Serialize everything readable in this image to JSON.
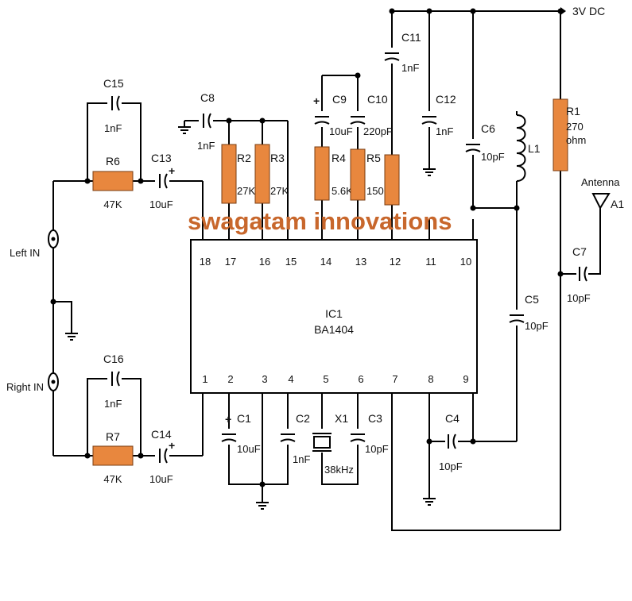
{
  "colors": {
    "component_fill": "#e8873e",
    "component_stroke": "#7a3d12",
    "watermark": "#c8672c",
    "wire": "#000000"
  },
  "watermark": "swagatam innovations",
  "power": {
    "label": "3V DC"
  },
  "antenna": {
    "label": "Antenna",
    "ref": "A1"
  },
  "inputs": {
    "left": "Left IN",
    "right": "Right IN"
  },
  "ic": {
    "ref": "IC1",
    "part": "BA1404",
    "top_pins": [
      "18",
      "17",
      "16",
      "15",
      "14",
      "13",
      "12",
      "11",
      "10"
    ],
    "bottom_pins": [
      "1",
      "2",
      "3",
      "4",
      "5",
      "6",
      "7",
      "8",
      "9"
    ]
  },
  "resistors": {
    "R1": {
      "ref": "R1",
      "value": "270",
      "unit": "ohm"
    },
    "R2": {
      "ref": "R2",
      "value": "27K"
    },
    "R3": {
      "ref": "R3",
      "value": "27K"
    },
    "R4": {
      "ref": "R4",
      "value": "5.6K"
    },
    "R5": {
      "ref": "R5",
      "value": "150K"
    },
    "R6": {
      "ref": "R6",
      "value": "47K"
    },
    "R7": {
      "ref": "R7",
      "value": "47K"
    }
  },
  "capacitors": {
    "C1": {
      "ref": "C1",
      "value": "10uF"
    },
    "C2": {
      "ref": "C2",
      "value": "1nF"
    },
    "C3": {
      "ref": "C3",
      "value": "10pF"
    },
    "C4": {
      "ref": "C4",
      "value": "10pF"
    },
    "C5": {
      "ref": "C5",
      "value": "10pF"
    },
    "C6": {
      "ref": "C6",
      "value": "10pF"
    },
    "C7": {
      "ref": "C7",
      "value": "10pF"
    },
    "C8": {
      "ref": "C8",
      "value": "1nF"
    },
    "C9": {
      "ref": "C9",
      "value": "10uF"
    },
    "C10": {
      "ref": "C10",
      "value": "220pF"
    },
    "C11": {
      "ref": "C11",
      "value": "1nF"
    },
    "C12": {
      "ref": "C12",
      "value": "1nF"
    },
    "C13": {
      "ref": "C13",
      "value": "10uF"
    },
    "C14": {
      "ref": "C14",
      "value": "10uF"
    },
    "C15": {
      "ref": "C15",
      "value": "1nF"
    },
    "C16": {
      "ref": "C16",
      "value": "1nF"
    }
  },
  "crystal": {
    "ref": "X1",
    "value": "38kHz"
  },
  "inductor": {
    "ref": "L1"
  }
}
